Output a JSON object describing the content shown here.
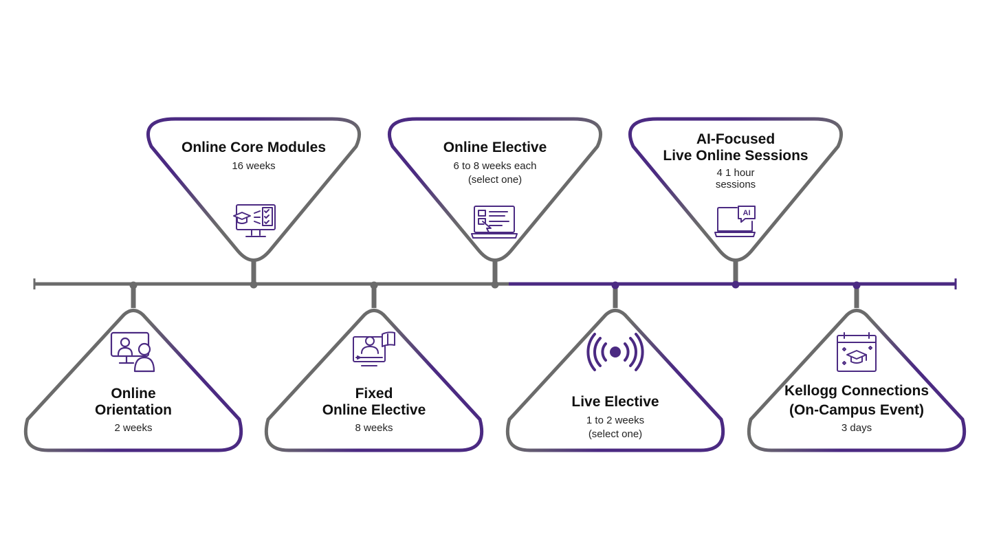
{
  "colors": {
    "gray": "#6b6b6b",
    "purple": "#4b2a82",
    "text": "#111111",
    "subtext": "#222222"
  },
  "stages": [
    {
      "id": "online-orientation",
      "title": [
        "Online",
        "Orientation"
      ],
      "subtitle": [
        "2 weeks"
      ],
      "icon": "user-computer-icon"
    },
    {
      "id": "online-core-modules",
      "title": [
        "Online Core Modules"
      ],
      "subtitle": [
        "16 weeks"
      ],
      "icon": "graduation-screen-icon"
    },
    {
      "id": "fixed-online-elective",
      "title": [
        "Fixed",
        "Online Elective"
      ],
      "subtitle": [
        "8 weeks"
      ],
      "icon": "video-lecture-icon"
    },
    {
      "id": "online-elective",
      "title": [
        "Online Elective"
      ],
      "subtitle": [
        "6 to 8 weeks each",
        "(select one)"
      ],
      "icon": "laptop-click-icon"
    },
    {
      "id": "live-elective",
      "title": [
        "Live Elective"
      ],
      "subtitle": [
        "1 to 2 weeks",
        "(select one)"
      ],
      "icon": "broadcast-icon"
    },
    {
      "id": "ai-focused-live-online-sessions",
      "title": [
        "AI-Focused",
        "Live Online Sessions"
      ],
      "subtitle": [
        "4 1 hour",
        "sessions"
      ],
      "icon": "ai-laptop-icon"
    },
    {
      "id": "kellogg-connections",
      "title": [
        "Kellogg Connections",
        "(On-Campus Event)"
      ],
      "subtitle": [
        "3 days"
      ],
      "icon": "calendar-graduation-icon"
    }
  ]
}
